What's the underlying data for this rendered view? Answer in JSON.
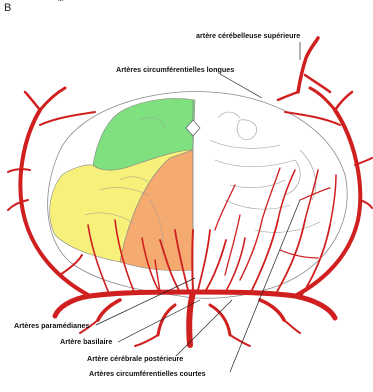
{
  "figure": {
    "panel_letter": "B",
    "header_fragment": "...",
    "labels": {
      "sca": "artère cérébelleuse supérieure",
      "long_circ": "Artères circumférentielles longues",
      "paramedian": "Artères paramédianes",
      "basilar": "Artère basilaire",
      "pca": "Artère cérébrale postérieure",
      "short_circ": "Artères circumférentielles courtes"
    },
    "colors": {
      "artery": "#d01f1f",
      "green_territory": "#7ee07e",
      "yellow_territory": "#f7f07a",
      "orange_territory": "#f5aa70",
      "outline": "#8a8a8a"
    }
  }
}
